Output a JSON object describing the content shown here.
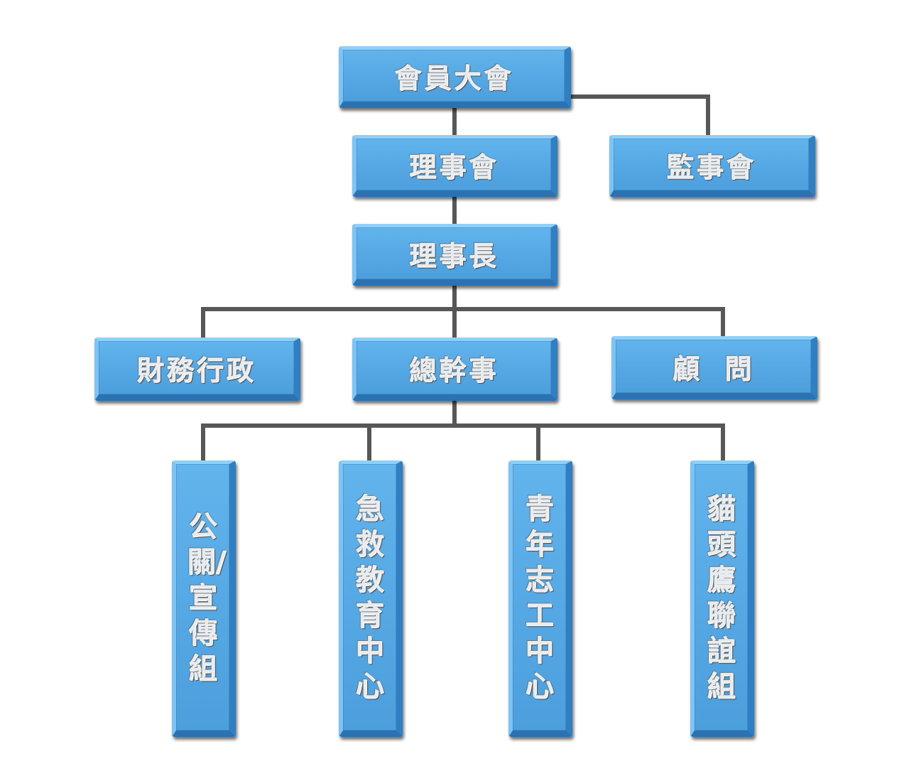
{
  "nodes": [
    {
      "id": "general_assembly",
      "label": "會員大會"
    },
    {
      "id": "board_of_directors",
      "label": "理事會"
    },
    {
      "id": "board_of_supervisors",
      "label": "監事會"
    },
    {
      "id": "chairman",
      "label": "理事長"
    },
    {
      "id": "finance_admin",
      "label": "財務行政"
    },
    {
      "id": "secretary_general",
      "label": "總幹事"
    },
    {
      "id": "advisor",
      "label": "顧 問"
    },
    {
      "id": "pr_publicity",
      "label": "公關/宣傳組"
    },
    {
      "id": "first_aid_center",
      "label": "急救教育中心"
    },
    {
      "id": "youth_volunteer_center",
      "label": "青年志工中心"
    },
    {
      "id": "owl_fellowship",
      "label": "貓頭鷹聯誼組"
    }
  ],
  "edges": [
    {
      "from": "general_assembly",
      "to": "board_of_directors"
    },
    {
      "from": "general_assembly",
      "to": "board_of_supervisors"
    },
    {
      "from": "board_of_directors",
      "to": "chairman"
    },
    {
      "from": "chairman",
      "to": "finance_admin"
    },
    {
      "from": "chairman",
      "to": "secretary_general"
    },
    {
      "from": "chairman",
      "to": "advisor"
    },
    {
      "from": "secretary_general",
      "to": "pr_publicity"
    },
    {
      "from": "secretary_general",
      "to": "first_aid_center"
    },
    {
      "from": "secretary_general",
      "to": "youth_volunteer_center"
    },
    {
      "from": "secretary_general",
      "to": "owl_fellowship"
    }
  ],
  "colors": {
    "box_fill": "#55a8e4",
    "connector": "#575757",
    "text": "#e8ecef"
  }
}
